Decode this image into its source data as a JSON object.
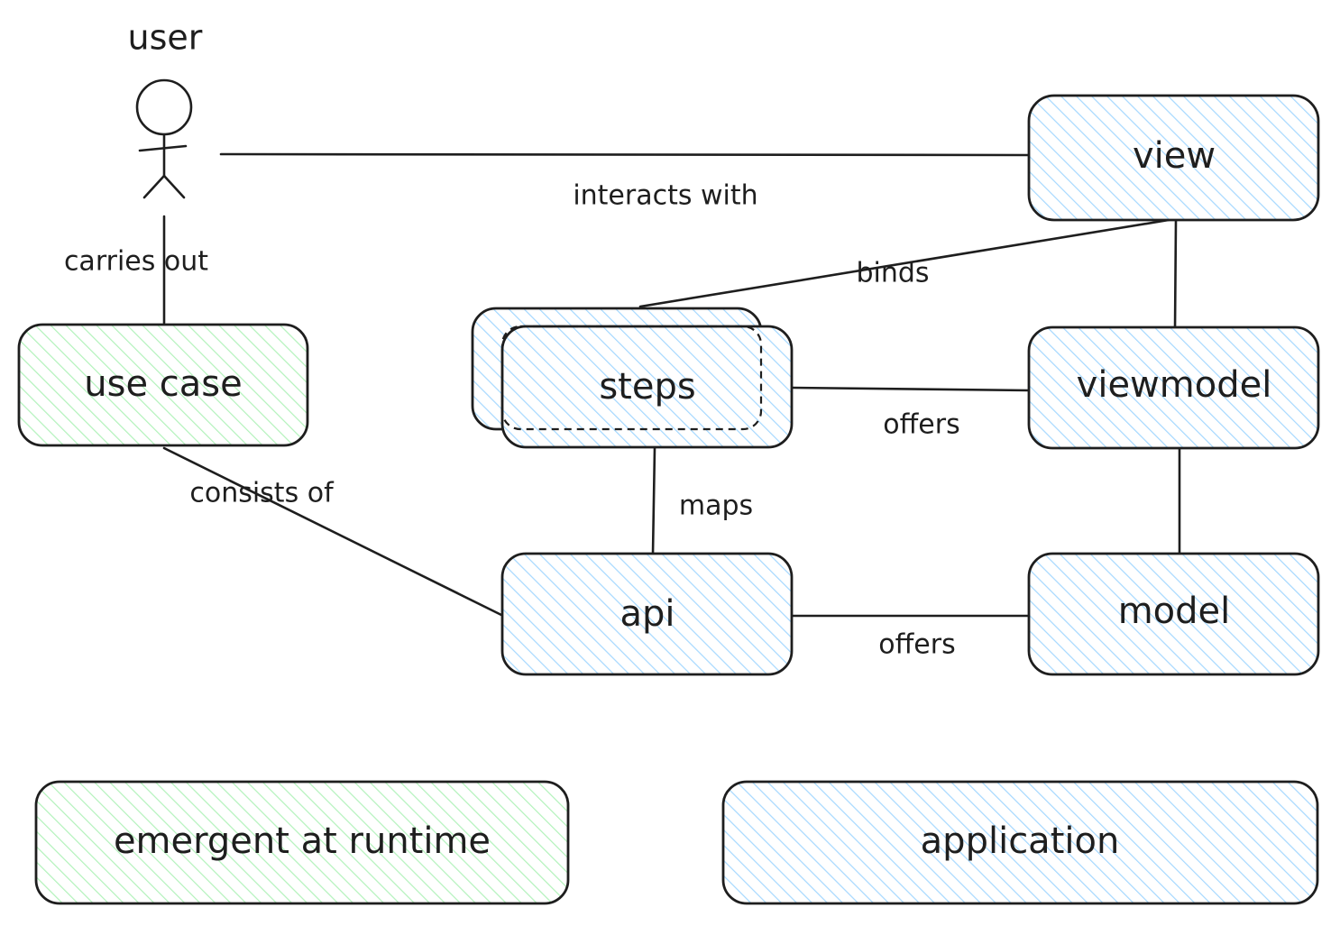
{
  "actor": {
    "label": "user"
  },
  "nodes": {
    "view": {
      "label": "view"
    },
    "viewmodel": {
      "label": "viewmodel"
    },
    "model": {
      "label": "model"
    },
    "steps": {
      "label": "steps"
    },
    "api": {
      "label": "api"
    },
    "use_case": {
      "label": "use case"
    }
  },
  "edges": {
    "interacts_with": "interacts with",
    "carries_out": "carries out",
    "binds": "binds",
    "offers_steps": "offers",
    "maps": "maps",
    "consists_of": "consists of",
    "offers_api": "offers"
  },
  "legend": {
    "emergent": "emergent at runtime",
    "application": "application"
  },
  "colors": {
    "stroke": "#1e1e1e",
    "application_fill": "#a5d8ff",
    "emergent_fill": "#b2f2bb"
  }
}
